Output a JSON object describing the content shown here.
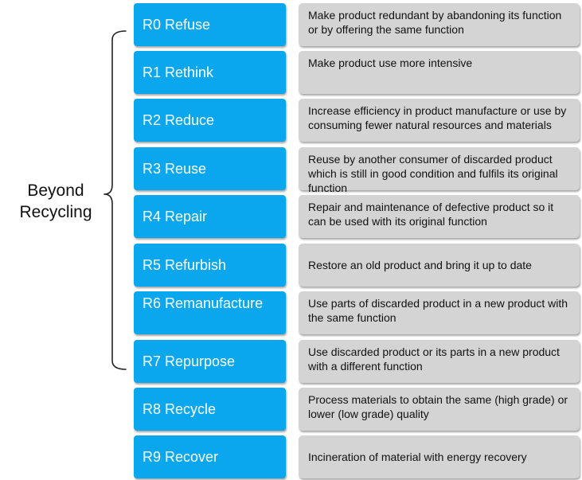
{
  "group": {
    "line1": "Beyond",
    "line2": "Recycling"
  },
  "rows": [
    {
      "label": "R0 Refuse",
      "description": "Make product redundant by abandoning its function or by offering the same function"
    },
    {
      "label": "R1 Rethink",
      "description": "Make product use more intensive"
    },
    {
      "label": "R2 Reduce",
      "description": "Increase efficiency in product manufacture or use by consuming fewer natural resources and materials"
    },
    {
      "label": "R3 Reuse",
      "description": "Reuse by another consumer of discarded product which is still in good condition and fulfils its original function"
    },
    {
      "label": "R4 Repair",
      "description": "Repair and maintenance of defective product so it can be used with its original function"
    },
    {
      "label": "R5 Refurbish",
      "description": "Restore an old product and bring it up to date"
    },
    {
      "label": "R6 Remanufacture",
      "description": "Use parts of discarded product in a new product with the same function"
    },
    {
      "label": "R7 Repurpose",
      "description": "Use discarded product or its parts in a new product with a different function"
    },
    {
      "label": "R8 Recycle",
      "description": "Process materials to obtain the same (high grade) or lower (low grade) quality"
    },
    {
      "label": "R9 Recover",
      "description": "Incineration of material with energy recovery"
    }
  ],
  "colors": {
    "label_fill": "#0aa7ee",
    "description_fill": "#d4d4d4"
  }
}
